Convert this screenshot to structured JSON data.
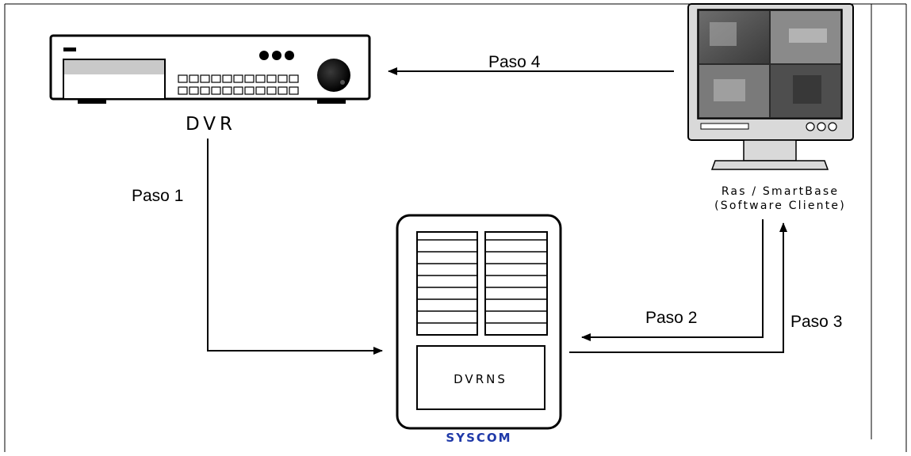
{
  "diagram": {
    "nodes": {
      "dvr": {
        "label": "DVR"
      },
      "client": {
        "label_line1": "Ras / SmartBase",
        "label_line2": "(Software Cliente)"
      },
      "server": {
        "inner_label": "DVRNS",
        "caption": "SYSCOM"
      }
    },
    "steps": {
      "paso1": "Paso 1",
      "paso2": "Paso 2",
      "paso3": "Paso 3",
      "paso4": "Paso 4"
    },
    "colors": {
      "line": "#000000",
      "syscom": "#1f39a8",
      "dvr_panel": "#c9c9c9"
    }
  }
}
